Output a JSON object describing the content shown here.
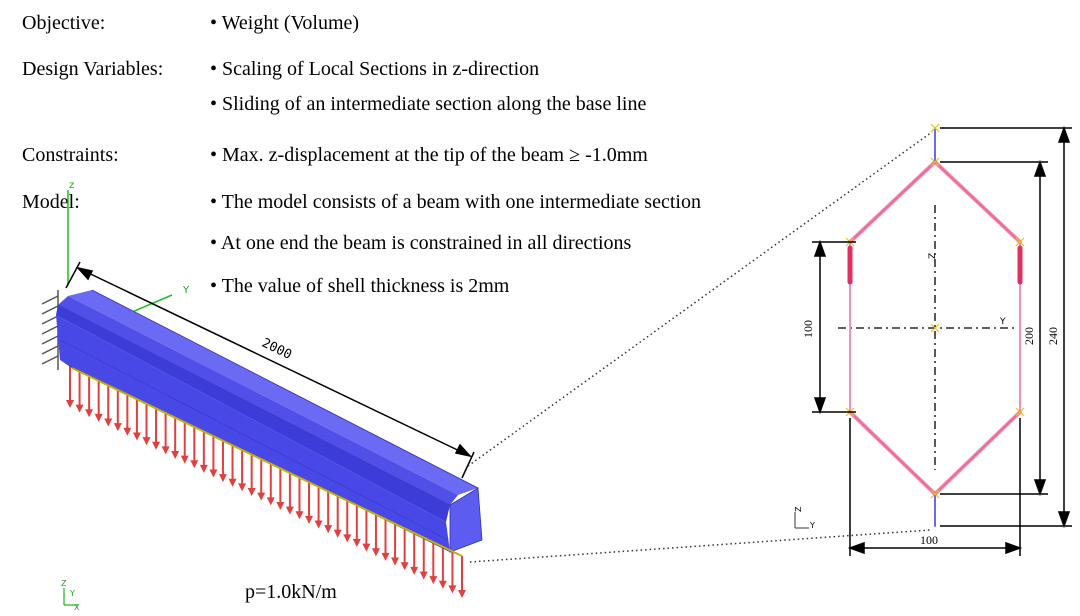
{
  "spec": {
    "objective_label": "Objective:",
    "objective_items": [
      "• Weight (Volume)"
    ],
    "design_variables_label": "Design Variables:",
    "design_variables_items": [
      "• Scaling of Local Sections in z-direction",
      "• Sliding of an intermediate section along the base line"
    ],
    "constraints_label": "Constraints:",
    "constraints_items": [
      "• Max. z-displacement at the tip of the beam ≥ -1.0mm"
    ],
    "model_label": "Model:",
    "model_items": [
      "• The model consists of a beam with one intermediate section",
      "• At one end the beam is constrained in all directions",
      "• The value of shell thickness is 2mm"
    ]
  },
  "beam": {
    "length_dim": "2000",
    "load_label": "p=1.0kN/m",
    "axis_z": "z",
    "axis_y": "Y",
    "triad_z": "Z",
    "triad_y": "Y",
    "triad_x": "X",
    "beam_color": "#5050e8",
    "load_color": "#e04040"
  },
  "section": {
    "dim_inner_height": "100",
    "dim_height": "200",
    "dim_total_height": "240",
    "dim_width": "100",
    "axis_z": "Z",
    "axis_y": "Y",
    "triad_z": "Z",
    "triad_y": "Y",
    "edge_color": "#f06aa0"
  }
}
